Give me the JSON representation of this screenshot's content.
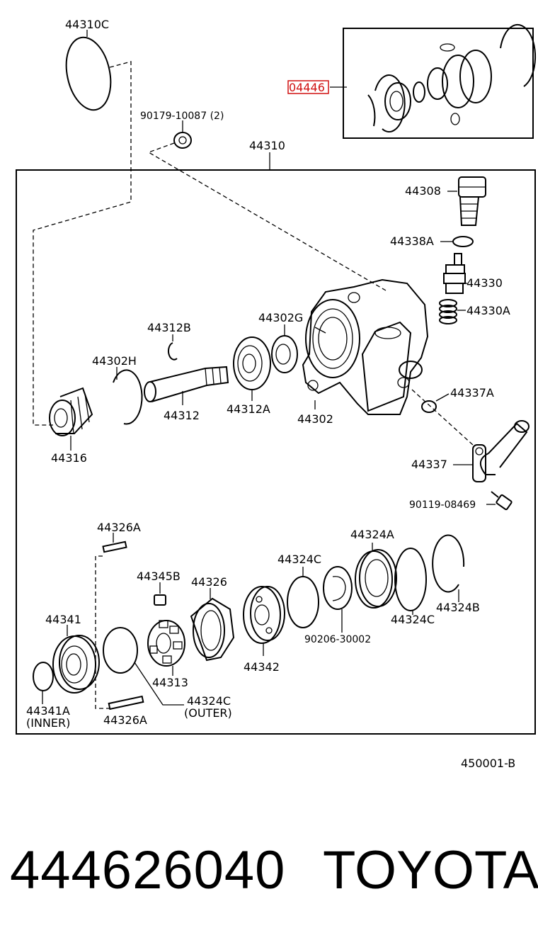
{
  "diagram": {
    "ref_code": "04446",
    "figure_code": "450001-B",
    "labels": {
      "l_44310C": "44310C",
      "l_90179": "90179-10087 (2)",
      "l_44310": "44310",
      "l_44308": "44308",
      "l_44338A": "44338A",
      "l_44330": "44330",
      "l_44330A": "44330A",
      "l_44312B": "44312B",
      "l_44302G": "44302G",
      "l_44302H": "44302H",
      "l_44312": "44312",
      "l_44312A": "44312A",
      "l_44302": "44302",
      "l_44337A": "44337A",
      "l_44316": "44316",
      "l_44337": "44337",
      "l_90119": "90119-08469",
      "l_44326A_top": "44326A",
      "l_44324A": "44324A",
      "l_44324C_1": "44324C",
      "l_44345B": "44345B",
      "l_44326": "44326",
      "l_44341": "44341",
      "l_90206": "90206-30002",
      "l_44324C_2": "44324C",
      "l_44324B": "44324B",
      "l_44342": "44342",
      "l_44313": "44313",
      "l_44341A": "44341A",
      "l_inner": "(INNER)",
      "l_44326A_bot": "44326A",
      "l_44324C_outer": "44324C",
      "l_outer": "(OUTER)"
    }
  },
  "footer": {
    "part_number": "444626040",
    "brand": "TOYOTA"
  }
}
